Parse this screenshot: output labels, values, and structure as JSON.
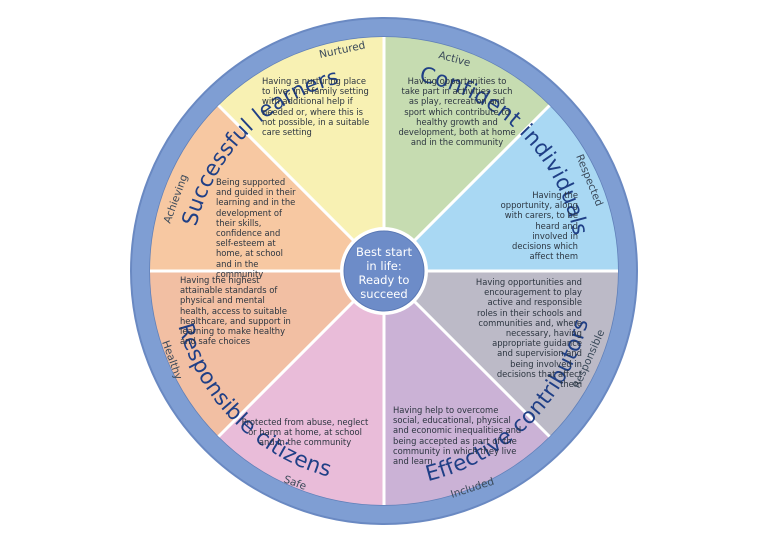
{
  "ring": {
    "top_left": "Successful learners",
    "top_right": "Confident individuals",
    "bottom_right": "Effective contributors",
    "bottom_left": "Responsible citizens"
  },
  "center": {
    "line1": "Best start",
    "line2": "in life:",
    "line3": "Ready to",
    "line4": "succeed"
  },
  "segments": [
    {
      "label": "Nurtured",
      "color": "#c6dcb1",
      "text": "Having a nurturing place to live, in a family setting with additional help if needed or, where this is not possible, in a suitable care setting"
    },
    {
      "label": "Active",
      "color": "#a9d8f3",
      "text": "Having opportunities to take part in activities such as play, recreation and sport which contribute to healthy growth and development, both at home and in the community"
    },
    {
      "label": "Respected",
      "color": "#bcbac7",
      "text": "Having the opportunity, along with carers, to be heard and involved in decisions which affect them"
    },
    {
      "label": "Responsible",
      "color": "#cbb2d6",
      "text": "Having opportunities and encouragement to play active and responsible roles in their schools and communities and, where necessary, having appropriate guidance and supervision and being involved in decisions that affect them"
    },
    {
      "label": "Included",
      "color": "#e9bcd9",
      "text": "Having help to overcome social, educational, physical and economic inequalities and being accepted as part of the community in which they live and learn"
    },
    {
      "label": "Safe",
      "color": "#f2bfa3",
      "text": "Protected from abuse, neglect or harm at home, at school and in the community"
    },
    {
      "label": "Healthy",
      "color": "#f7c8a2",
      "text": "Having the highest attainable standards of physical and mental health, access to suitable healthcare, and support in learning to make healthy and safe choices"
    },
    {
      "label": "Achieving",
      "color": "#f8f1b3",
      "text": "Being supported and guided in their learning and in the development of their skills, confidence and self-esteem at home, at school and in the community"
    }
  ],
  "colors": {
    "ring": "#7f9ed3",
    "ring_edge": "#5f7fb8",
    "hub": "#6d8cc8",
    "ring_text": "#1f3f86"
  }
}
